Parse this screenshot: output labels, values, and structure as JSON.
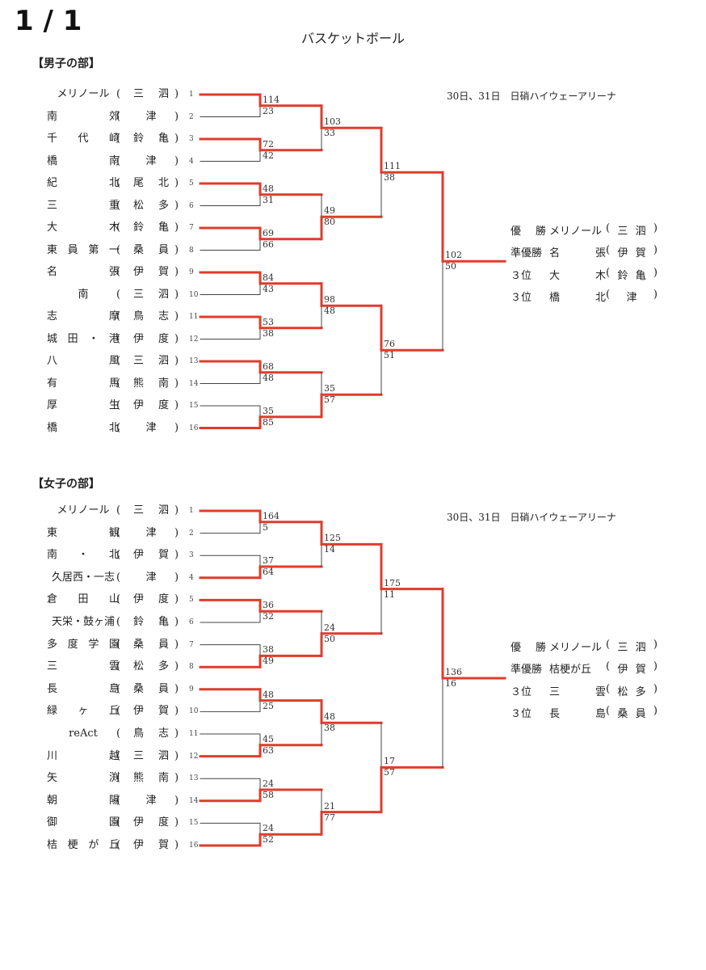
{
  "page_number": "1 / 1",
  "title": "バスケットボール",
  "colors": {
    "winner_line": "#e03c2c",
    "loser_line": "#444444"
  },
  "sections": [
    {
      "id": "boys",
      "title": "【男子の部】",
      "venue": "30日、31日　日硝ハイウェーアリーナ",
      "teams": [
        {
          "seed": "1",
          "name": "メリノール",
          "pref": "三 泗"
        },
        {
          "seed": "2",
          "name": "南 郊",
          "pref": "津"
        },
        {
          "seed": "3",
          "name": "千 代 崎",
          "pref": "鈴 亀"
        },
        {
          "seed": "4",
          "name": "橋 南",
          "pref": "津"
        },
        {
          "seed": "5",
          "name": "紀 北",
          "pref": "尾 北"
        },
        {
          "seed": "6",
          "name": "三 重",
          "pref": "松 多"
        },
        {
          "seed": "7",
          "name": "大 木",
          "pref": "鈴 亀"
        },
        {
          "seed": "8",
          "name": "東 員 第 一",
          "pref": "桑 員"
        },
        {
          "seed": "9",
          "name": "名 張",
          "pref": "伊 賀"
        },
        {
          "seed": "10",
          "name": "南",
          "pref": "三 泗"
        },
        {
          "seed": "11",
          "name": "志 摩",
          "pref": "鳥 志"
        },
        {
          "seed": "12",
          "name": "城 田 ・ 港",
          "pref": "伊 度"
        },
        {
          "seed": "13",
          "name": "八 風",
          "pref": "三 泗"
        },
        {
          "seed": "14",
          "name": "有 馬",
          "pref": "熊 南"
        },
        {
          "seed": "15",
          "name": "厚 生",
          "pref": "伊 度"
        },
        {
          "seed": "16",
          "name": "橋 北",
          "pref": "津"
        }
      ],
      "r1": [
        {
          "top": "114",
          "bottom": "23",
          "winner": "top"
        },
        {
          "top": "72",
          "bottom": "42",
          "winner": "top"
        },
        {
          "top": "48",
          "bottom": "31",
          "winner": "top"
        },
        {
          "top": "69",
          "bottom": "66",
          "winner": "top"
        },
        {
          "top": "84",
          "bottom": "43",
          "winner": "top"
        },
        {
          "top": "53",
          "bottom": "38",
          "winner": "top"
        },
        {
          "top": "68",
          "bottom": "48",
          "winner": "top"
        },
        {
          "top": "35",
          "bottom": "85",
          "winner": "bottom"
        }
      ],
      "r2": [
        {
          "top": "103",
          "bottom": "33",
          "winner": "top"
        },
        {
          "top": "49",
          "bottom": "80",
          "winner": "bottom"
        },
        {
          "top": "98",
          "bottom": "48",
          "winner": "top"
        },
        {
          "top": "35",
          "bottom": "57",
          "winner": "bottom"
        }
      ],
      "r3": [
        {
          "top": "111",
          "bottom": "38",
          "winner": "top"
        },
        {
          "top": "76",
          "bottom": "51",
          "winner": "top"
        }
      ],
      "final": {
        "top": "102",
        "bottom": "50",
        "winner": "top"
      },
      "results": [
        {
          "label": "優 勝",
          "team": "メリノール",
          "pref": "三 泗"
        },
        {
          "label": "準優勝",
          "team": "名 張",
          "pref": "伊 賀"
        },
        {
          "label": "３位",
          "team": "大 木",
          "pref": "鈴 亀"
        },
        {
          "label": "３位",
          "team": "橋 北",
          "pref": "津"
        }
      ]
    },
    {
      "id": "girls",
      "title": "【女子の部】",
      "venue": "30日、31日　日硝ハイウェーアリーナ",
      "teams": [
        {
          "seed": "1",
          "name": "メリノール",
          "pref": "三 泗"
        },
        {
          "seed": "2",
          "name": "東 観",
          "pref": "津"
        },
        {
          "seed": "3",
          "name": "南 ・ 北",
          "pref": "伊 賀"
        },
        {
          "seed": "4",
          "name": "久居西・一志",
          "pref": "津"
        },
        {
          "seed": "5",
          "name": "倉 田 山",
          "pref": "伊 度"
        },
        {
          "seed": "6",
          "name": "天栄・鼓ヶ浦",
          "pref": "鈴 亀"
        },
        {
          "seed": "7",
          "name": "多 度 学 園",
          "pref": "桑 員"
        },
        {
          "seed": "8",
          "name": "三 雲",
          "pref": "松 多"
        },
        {
          "seed": "9",
          "name": "長 島",
          "pref": "桑 員"
        },
        {
          "seed": "10",
          "name": "緑 ヶ 丘",
          "pref": "伊 賀"
        },
        {
          "seed": "11",
          "name": "reAct",
          "pref": "鳥 志"
        },
        {
          "seed": "12",
          "name": "川 越",
          "pref": "三 泗"
        },
        {
          "seed": "13",
          "name": "矢 渕",
          "pref": "熊 南"
        },
        {
          "seed": "14",
          "name": "朝 陽",
          "pref": "津"
        },
        {
          "seed": "15",
          "name": "御 園",
          "pref": "伊 度"
        },
        {
          "seed": "16",
          "name": "桔 梗 が 丘",
          "pref": "伊 賀"
        }
      ],
      "r1": [
        {
          "top": "164",
          "bottom": "5",
          "winner": "top"
        },
        {
          "top": "37",
          "bottom": "64",
          "winner": "bottom"
        },
        {
          "top": "36",
          "bottom": "32",
          "winner": "top"
        },
        {
          "top": "38",
          "bottom": "49",
          "winner": "bottom"
        },
        {
          "top": "48",
          "bottom": "25",
          "winner": "top"
        },
        {
          "top": "45",
          "bottom": "63",
          "winner": "bottom"
        },
        {
          "top": "24",
          "bottom": "58",
          "winner": "bottom"
        },
        {
          "top": "24",
          "bottom": "52",
          "winner": "bottom"
        }
      ],
      "r2": [
        {
          "top": "125",
          "bottom": "14",
          "winner": "top"
        },
        {
          "top": "24",
          "bottom": "50",
          "winner": "bottom"
        },
        {
          "top": "48",
          "bottom": "38",
          "winner": "top"
        },
        {
          "top": "21",
          "bottom": "77",
          "winner": "bottom"
        }
      ],
      "r3": [
        {
          "top": "175",
          "bottom": "11",
          "winner": "top"
        },
        {
          "top": "17",
          "bottom": "57",
          "winner": "bottom"
        }
      ],
      "final": {
        "top": "136",
        "bottom": "16",
        "winner": "top"
      },
      "results": [
        {
          "label": "優 勝",
          "team": "メリノール",
          "pref": "三 泗"
        },
        {
          "label": "準優勝",
          "team": "桔梗が丘",
          "pref": "伊 賀"
        },
        {
          "label": "３位",
          "team": "三 雲",
          "pref": "松 多"
        },
        {
          "label": "３位",
          "team": "長 島",
          "pref": "桑 員"
        }
      ]
    }
  ]
}
